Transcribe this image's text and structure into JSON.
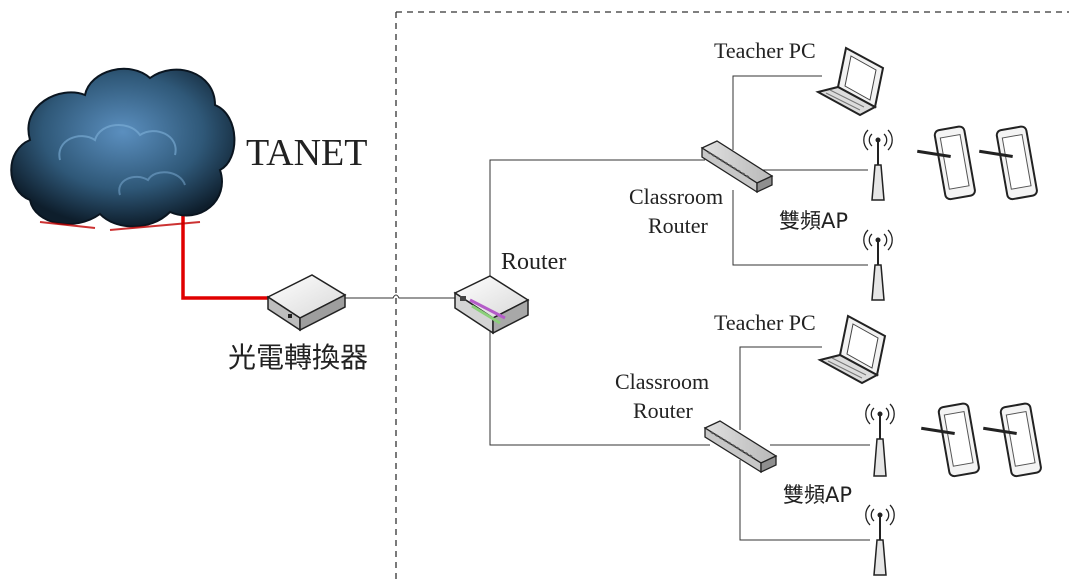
{
  "labels": {
    "tanet": "TANET",
    "converter": "光電轉換器",
    "router": "Router",
    "classroom_1": [
      "Classroom",
      "Router"
    ],
    "classroom_2": [
      "Classroom",
      "Router"
    ],
    "teacher_pc_1": "Teacher PC",
    "teacher_pc_2": "Teacher PC",
    "ap_1": "雙頻AP",
    "ap_2": "雙頻AP"
  },
  "colors": {
    "link": "#333333",
    "uplink": "#e00000",
    "cloud": "#3a6e98",
    "boundary": "#333333"
  },
  "icons": {
    "cloud": "cloud-icon",
    "converter": "media-converter-icon",
    "router": "router-icon",
    "switch": "switch-icon",
    "laptop": "laptop-icon",
    "access_point": "access-point-icon",
    "tablet": "tablet-icon"
  }
}
